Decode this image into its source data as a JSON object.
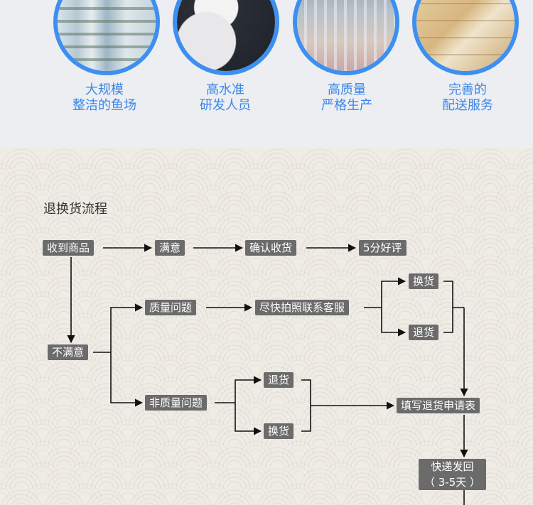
{
  "features": [
    {
      "icon": "fish-farm-photo",
      "line1": "大规模",
      "line2": "整洁的鱼场"
    },
    {
      "icon": "researcher-photo",
      "line1": "高水准",
      "line2": "研发人员"
    },
    {
      "icon": "factory-photo",
      "line1": "高质量",
      "line2": "严格生产"
    },
    {
      "icon": "warehouse-photo",
      "line1": "完善的",
      "line2": "配送服务"
    }
  ],
  "flow": {
    "title": "退换货流程",
    "received": "收到商品",
    "satisfied": "满意",
    "confirm": "确认收货",
    "review": "5分好评",
    "unsatisfied": "不满意",
    "quality_issue": "质量问题",
    "contact": "尽快拍照联系客服",
    "exchange_a": "换货",
    "return_a": "退货",
    "non_quality": "非质量问题",
    "return_b": "退货",
    "exchange_b": "换货",
    "fill_form": "填写退货申请表",
    "ship_back_1": "快递发回",
    "ship_back_2": "（ 3-5天 ）"
  },
  "colors": {
    "accent": "#3d8ff0",
    "node": "#6b6b6b",
    "line": "#111111"
  }
}
